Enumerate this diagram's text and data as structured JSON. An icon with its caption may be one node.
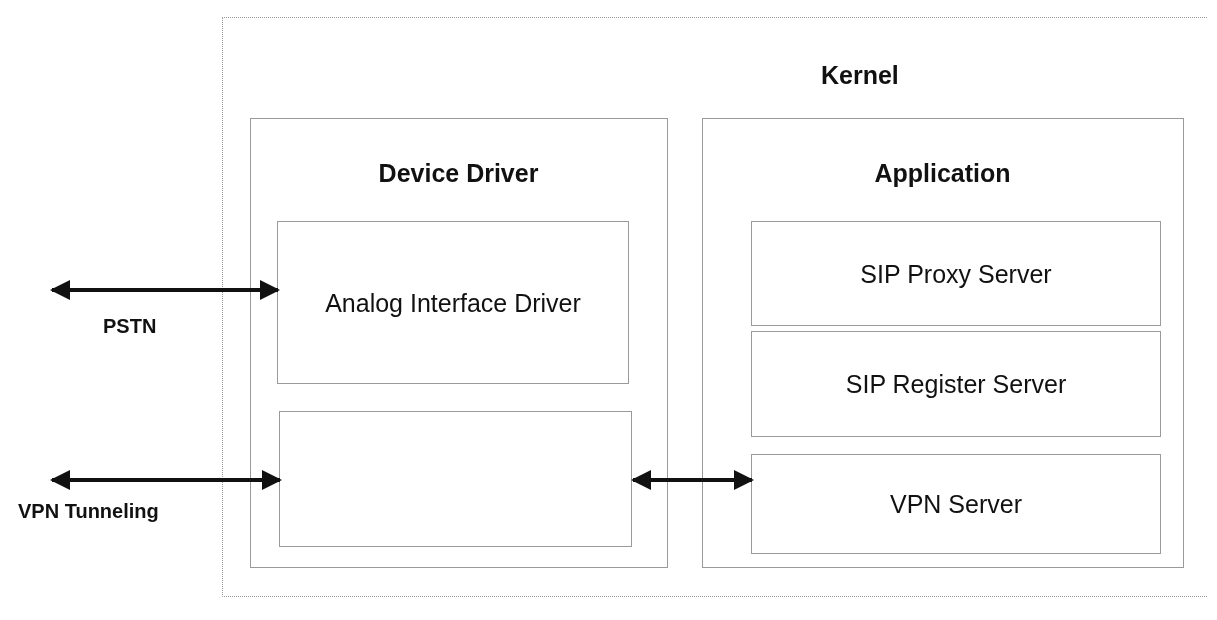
{
  "diagram": {
    "nodes": [
      {
        "text": [
          "Kernel"
        ]
      },
      {
        "text": [
          "Device Driver"
        ],
        "in": 0
      },
      {
        "text": [
          "Analog Interface Driver"
        ],
        "in": 1
      },
      {
        "text": [],
        "shape": "box",
        "in": 1
      },
      {
        "text": [
          "Application"
        ],
        "in": 0
      },
      {
        "text": [
          "SIP Proxy Server"
        ],
        "in": 4
      },
      {
        "text": [
          "SIP Register Server"
        ],
        "in": 4
      },
      {
        "text": [
          "VPN Server"
        ],
        "in": 4
      }
    ],
    "edges": [
      {
        "from": null,
        "to": 2,
        "arrow": "both",
        "label": "PSTN"
      },
      {
        "from": null,
        "to": 3,
        "arrow": "both",
        "label": "VPN Tunneling"
      },
      {
        "from": 3,
        "to": 7,
        "arrow": "both"
      }
    ]
  }
}
